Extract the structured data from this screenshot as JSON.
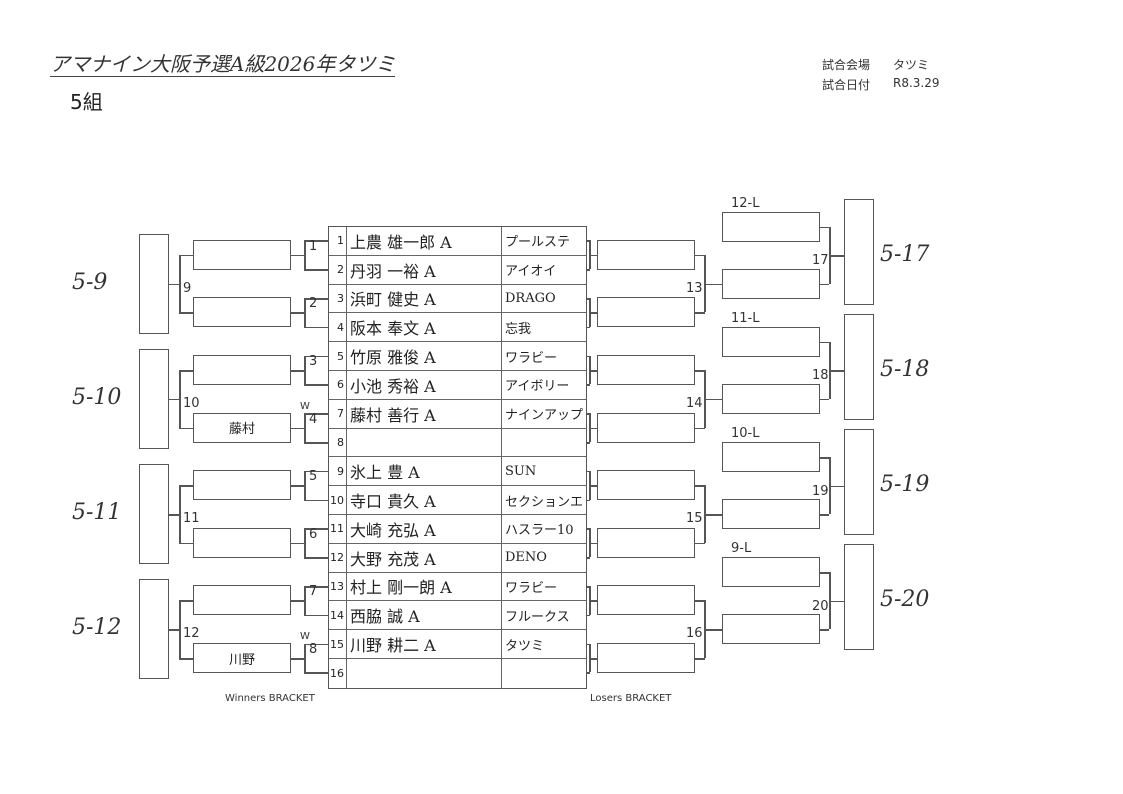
{
  "header": {
    "title": "アマナイン大阪予選A級2026年タツミ",
    "group": "5組",
    "venue_label": "試合会場",
    "venue": "タツミ",
    "date_label": "試合日付",
    "date": "R8.3.29"
  },
  "entries": [
    {
      "seed": "1",
      "name": "上農 雄一郎 A",
      "team": "プールステ"
    },
    {
      "seed": "2",
      "name": "丹羽 一裕 A",
      "team": "アイオイ"
    },
    {
      "seed": "3",
      "name": "浜町 健史 A",
      "team": "DRAGO"
    },
    {
      "seed": "4",
      "name": "阪本 奉文 A",
      "team": "忘我"
    },
    {
      "seed": "5",
      "name": "竹原 雅俊 A",
      "team": "ワラビー"
    },
    {
      "seed": "6",
      "name": "小池 秀裕 A",
      "team": "アイボリー"
    },
    {
      "seed": "7",
      "name": "藤村 善行 A",
      "team": "ナインアップ"
    },
    {
      "seed": "8",
      "name": "",
      "team": ""
    },
    {
      "seed": "9",
      "name": "氷上 豊 A",
      "team": "SUN"
    },
    {
      "seed": "10",
      "name": "寺口 貴久 A",
      "team": "セクションエ"
    },
    {
      "seed": "11",
      "name": "大崎 充弘 A",
      "team": "ハスラー10"
    },
    {
      "seed": "12",
      "name": "大野 充茂 A",
      "team": "DENO"
    },
    {
      "seed": "13",
      "name": "村上 剛一朗 A",
      "team": "ワラビー"
    },
    {
      "seed": "14",
      "name": "西脇 誠 A",
      "team": "フルークス"
    },
    {
      "seed": "15",
      "name": "川野 耕二 A",
      "team": "タツミ"
    },
    {
      "seed": "16",
      "name": "",
      "team": ""
    }
  ],
  "winners": {
    "first_round_matches": [
      "1",
      "2",
      "3",
      "4",
      "5",
      "6",
      "7",
      "8"
    ],
    "first_round_winners": [
      "",
      "",
      "",
      "藤村",
      "",
      "",
      "",
      "川野"
    ],
    "walkover_marks": [
      "",
      "",
      "",
      "W",
      "",
      "",
      "",
      "W"
    ],
    "second_round_matches": [
      "9",
      "10",
      "11",
      "12"
    ],
    "handwritten": [
      "5-9",
      "5-10",
      "5-11",
      "5-12"
    ]
  },
  "losers": {
    "first_round_matches": [
      "13",
      "14",
      "15",
      "16"
    ],
    "drop_in_labels": [
      "12-L",
      "11-L",
      "10-L",
      "9-L"
    ],
    "second_round_matches": [
      "17",
      "18",
      "19",
      "20"
    ],
    "handwritten": [
      "5-17",
      "5-18",
      "5-19",
      "5-20"
    ]
  },
  "footer": {
    "winners_label": "Winners BRACKET",
    "losers_label": "Losers BRACKET"
  }
}
